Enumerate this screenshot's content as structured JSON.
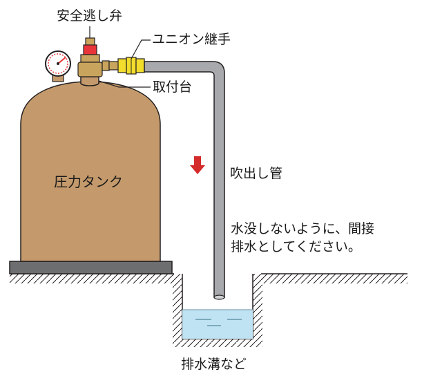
{
  "labels": {
    "safety_valve": "安全逃し弁",
    "union_joint": "ユニオン継手",
    "mount_base": "取付台",
    "pressure_tank": "圧力タンク",
    "discharge_pipe": "吹出し管",
    "note_line1": "水没しないように、間接",
    "note_line2": "排水としてください。",
    "drain_ditch": "排水溝など"
  },
  "colors": {
    "tank_body": "#c49a6c",
    "tank_base": "#6d6e70",
    "valve_brass": "#c8a45c",
    "valve_red": "#e8353a",
    "union_yellow": "#f2dc2c",
    "pipe_gray": "#a7a9ac",
    "water_blue": "#bfe3f2",
    "flow_arrow_red": "#d42b2b",
    "outline": "#231f20"
  },
  "icons": {
    "gauge": "pressure-gauge-icon",
    "flow_arrow": "down-arrow-icon"
  }
}
